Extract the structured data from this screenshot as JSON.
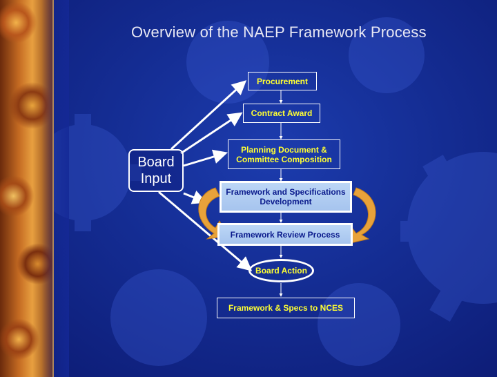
{
  "title": "Overview of the NAEP Framework Process",
  "board_input": {
    "line1": "Board",
    "line2": "Input"
  },
  "steps": {
    "procurement": "Procurement",
    "contract_award": "Contract Award",
    "planning_line1": "Planning Document &",
    "planning_line2": "Committee Composition",
    "framework_dev_line1": "Framework and Specifications",
    "framework_dev_line2": "Development",
    "framework_review": "Framework Review Process",
    "board_action": "Board Action",
    "to_nces": "Framework & Specs to NCES"
  },
  "colors": {
    "background": "#142c92",
    "box_text": "#ffff33",
    "highlight_box": "#b4cff3",
    "cycle_arrow": "#e8a23a",
    "connector": "#ffffff"
  }
}
